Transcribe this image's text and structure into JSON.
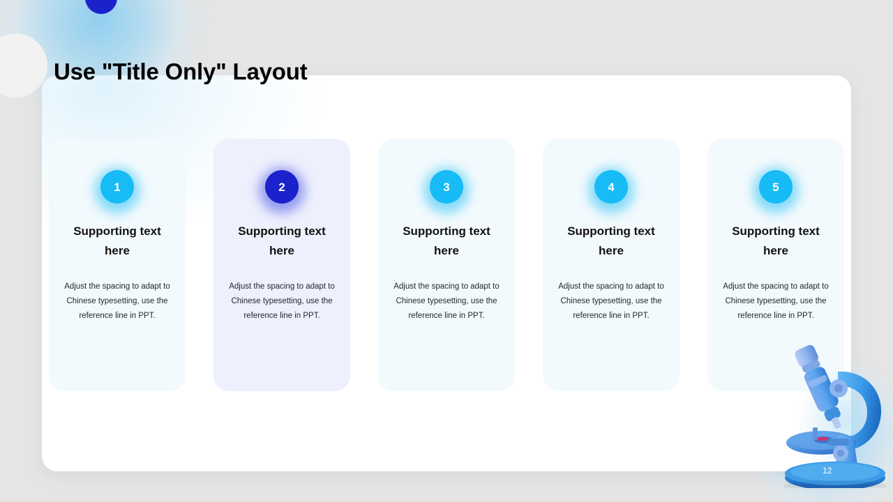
{
  "slide": {
    "title": "Use \"Title Only\" Layout",
    "page_number": "12",
    "background_color": "#e5e5e5",
    "panel_color": "#ffffff",
    "accent_cyan": "#17bbf5",
    "accent_navy": "#1a22cc"
  },
  "decor": {
    "dot_icon": "blue-dot-decoration",
    "glow_top_icon": "blue-glow-decoration",
    "circle_light_icon": "light-circle-decoration",
    "glow_right_icon": "blue-glow-decoration",
    "microscope_icon": "microscope-illustration"
  },
  "cards": [
    {
      "number": "1",
      "heading": "Supporting text here",
      "body": "Adjust the spacing to adapt to Chinese typesetting, use the reference line in PPT.",
      "theme": "light",
      "badge_color": "#17bbf5"
    },
    {
      "number": "2",
      "heading": "Supporting text here",
      "body": "Adjust the spacing to adapt to Chinese typesetting, use the reference line in PPT.",
      "theme": "accent",
      "badge_color": "#1a22cc"
    },
    {
      "number": "3",
      "heading": "Supporting text here",
      "body": "Adjust the spacing to adapt to Chinese typesetting, use the reference line in PPT.",
      "theme": "light",
      "badge_color": "#17bbf5"
    },
    {
      "number": "4",
      "heading": "Supporting text here",
      "body": "Adjust the spacing to adapt to Chinese typesetting, use the reference line in PPT.",
      "theme": "light",
      "badge_color": "#17bbf5"
    },
    {
      "number": "5",
      "heading": "Supporting text here",
      "body": "Adjust the spacing to adapt to Chinese typesetting, use the reference line in PPT.",
      "theme": "light",
      "badge_color": "#17bbf5"
    }
  ]
}
